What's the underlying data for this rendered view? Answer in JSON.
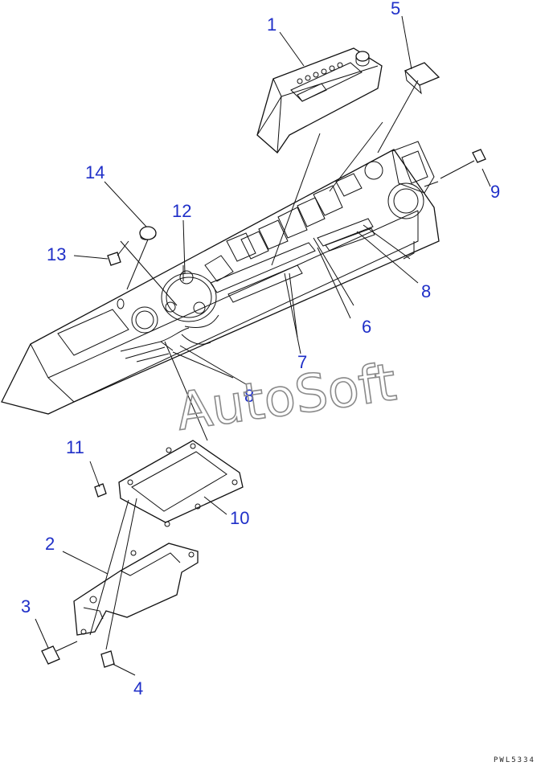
{
  "diagram": {
    "callouts": [
      "1",
      "2",
      "3",
      "4",
      "5",
      "6",
      "7",
      "8",
      "8",
      "9",
      "10",
      "11",
      "12",
      "13",
      "14"
    ],
    "watermark": "AutoSoft",
    "drawing_code": "PWL5334",
    "label_color": "#1f2fc8"
  }
}
